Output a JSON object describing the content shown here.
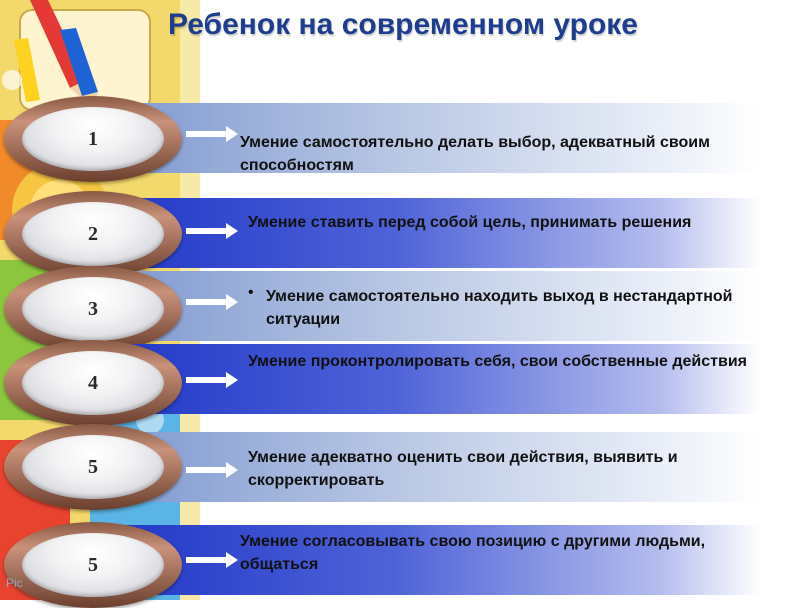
{
  "slide": {
    "title": "Ребенок на современном уроке",
    "watermark": "Pic",
    "rows": [
      {
        "number": "1",
        "text": "Умение самостоятельно делать выбор, адекватный своим способностям",
        "style": "light"
      },
      {
        "number": "2",
        "text": "Умение ставить перед собой цель, принимать решения",
        "style": "dark"
      },
      {
        "number": "3",
        "text": "Умение самостоятельно находить выход в нестандартной ситуации",
        "style": "light",
        "bullet": "•"
      },
      {
        "number": "4",
        "text": "Умение проконтролировать себя, свои собственные действия",
        "style": "dark"
      },
      {
        "number": "5",
        "text": "Умение адекватно оценить свои действия, выявить и скорректировать",
        "style": "light"
      },
      {
        "number": "5",
        "text": "Умение согласовывать свою позицию с другими людьми, общаться",
        "style": "dark"
      }
    ]
  },
  "colors": {
    "title": "#1e3d8f",
    "band_light": "#7c97cf",
    "band_dark": "#1f36c6",
    "badge_rim": "#8a5a45"
  }
}
